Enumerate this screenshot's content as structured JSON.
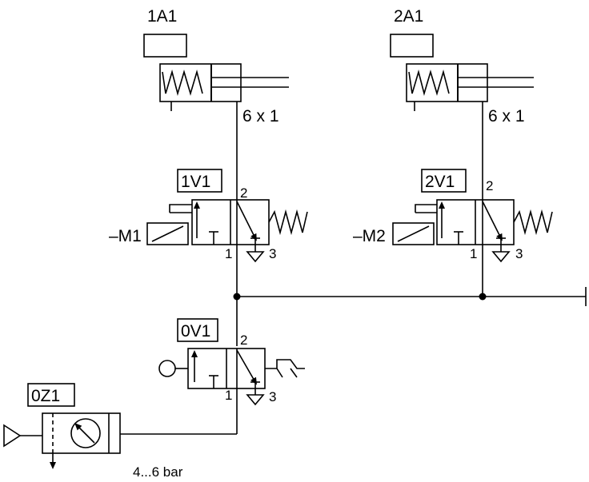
{
  "cylinders": [
    {
      "id": "1A1",
      "tube": "6 x 1"
    },
    {
      "id": "2A1",
      "tube": "6 x 1"
    }
  ],
  "valves": [
    {
      "id": "1V1",
      "actuator": "–M1",
      "port_out": "2",
      "port_in": "1",
      "port_exhaust": "3"
    },
    {
      "id": "2V1",
      "actuator": "–M2",
      "port_out": "2",
      "port_in": "1",
      "port_exhaust": "3"
    },
    {
      "id": "0V1",
      "port_out": "2",
      "port_in": "1",
      "port_exhaust": "3"
    }
  ],
  "service_unit": {
    "id": "0Z1",
    "pressure": "4...6 bar"
  }
}
